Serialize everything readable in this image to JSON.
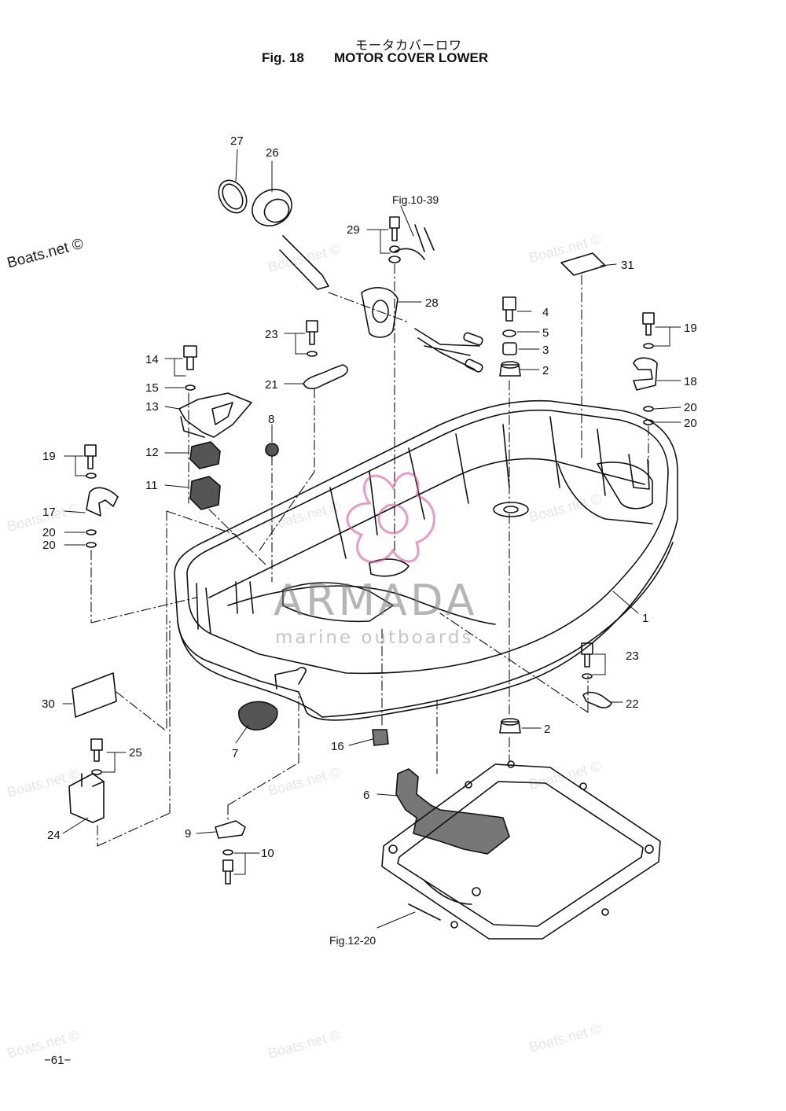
{
  "header": {
    "title_jp": "モータカバーロワ",
    "fig_no": "Fig. 18",
    "title_en": "MOTOR COVER LOWER"
  },
  "refs": {
    "fig10": "Fig.10-39",
    "fig12": "Fig.12-20"
  },
  "callouts": {
    "c1": "1",
    "c2a": "2",
    "c2b": "2",
    "c3": "3",
    "c4": "4",
    "c5": "5",
    "c6": "6",
    "c7": "7",
    "c8": "8",
    "c9": "9",
    "c10": "10",
    "c11": "11",
    "c12": "12",
    "c13": "13",
    "c14": "14",
    "c15": "15",
    "c16": "16",
    "c17": "17",
    "c18": "18",
    "c19a": "19",
    "c19b": "19",
    "c20a": "20",
    "c20b": "20",
    "c20c": "20",
    "c20d": "20",
    "c21": "21",
    "c22": "22",
    "c23a": "23",
    "c23b": "23",
    "c24": "24",
    "c25": "25",
    "c26": "26",
    "c27": "27",
    "c28": "28",
    "c29": "29",
    "c30": "30",
    "c31": "31"
  },
  "watermarks": {
    "boats": "Boats.net ©",
    "brand": "ARMADA",
    "brand_sub": "marine outboards"
  },
  "footer": {
    "page_no": "−61−"
  }
}
